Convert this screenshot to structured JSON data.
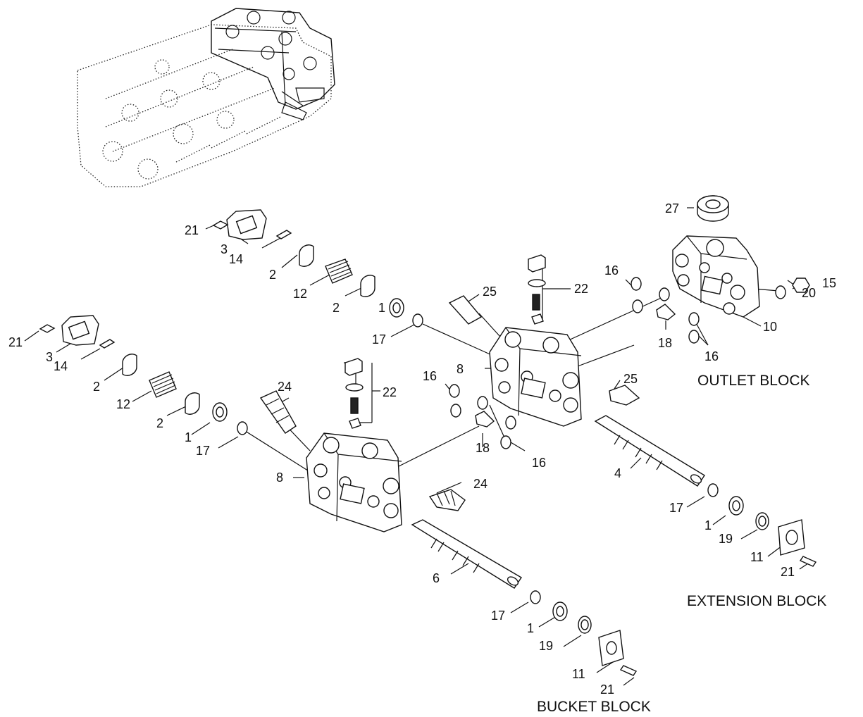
{
  "labels": {
    "n21a": "21",
    "n3a": "3",
    "n14a": "14",
    "n2a": "2",
    "n12a": "12",
    "n2b": "2",
    "n1a": "1",
    "n17a": "17",
    "n21b": "21",
    "n3b": "3",
    "n14b": "14",
    "n2c": "2",
    "n12b": "12",
    "n2d": "2",
    "n1b": "1",
    "n17b": "17",
    "n24a": "24",
    "n22a": "22",
    "n16a": "16",
    "n8a": "8",
    "n24b": "24",
    "n18a": "18",
    "n16b": "16",
    "n6": "6",
    "n17c": "17",
    "n1c": "1",
    "n19a": "19",
    "n11a": "11",
    "n21c": "21",
    "n25a": "25",
    "n22b": "22",
    "n16c": "16",
    "n8b": "8",
    "n25b": "25",
    "n18b": "18",
    "n16d": "16",
    "n4": "4",
    "n17d": "17",
    "n1d": "1",
    "n19b": "19",
    "n11b": "11",
    "n21d": "21",
    "n27": "27",
    "n15": "15",
    "n20": "20",
    "n10": "10"
  },
  "blocks": {
    "outlet": "OUTLET BLOCK",
    "extension": "EXTENSION BLOCK",
    "bucket": "BUCKET BLOCK"
  }
}
